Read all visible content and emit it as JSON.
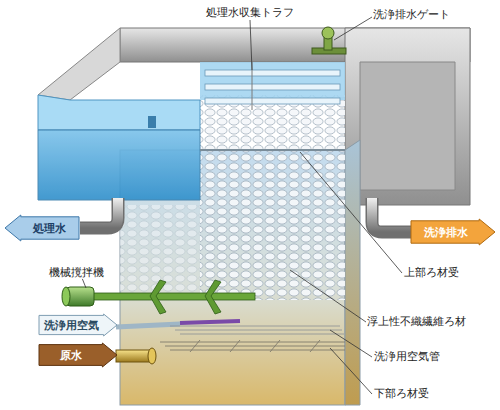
{
  "diagram": {
    "nodes": [
      {
        "text": [
          "処理水"
        ]
      },
      {
        "text": [
          "洗浄排水"
        ]
      },
      {
        "text": [
          "洗浄用空気"
        ]
      },
      {
        "text": [
          "原水"
        ]
      }
    ],
    "labels": [
      "処理水収集トラフ",
      "洗浄排水ゲート",
      "上部ろ材受",
      "機械撹拌機",
      "浮上性不織繊維ろ材",
      "洗浄用空気管",
      "下部ろ材受"
    ]
  }
}
